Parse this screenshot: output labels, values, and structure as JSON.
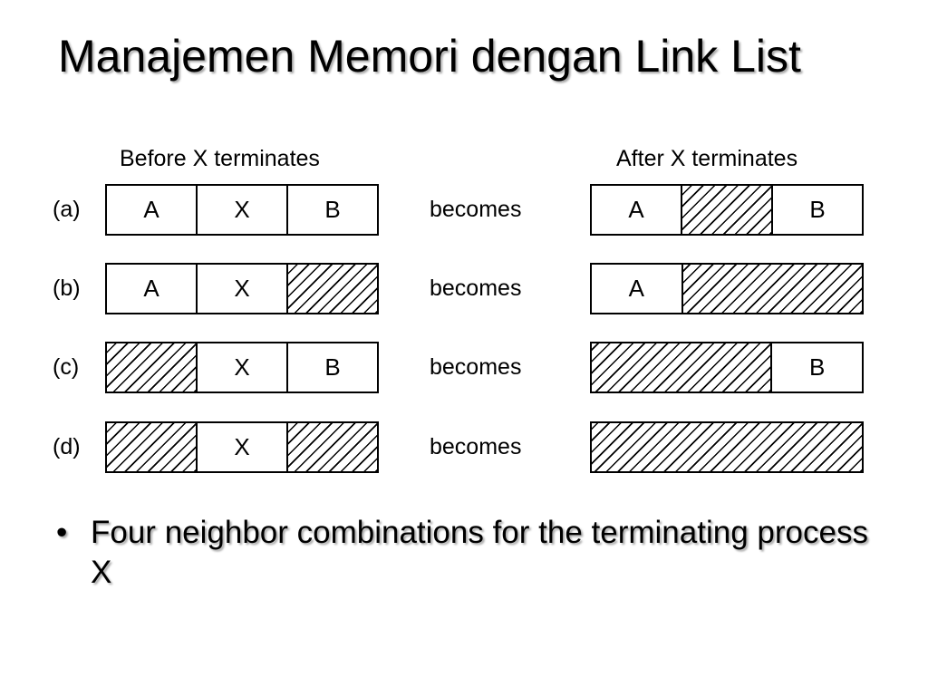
{
  "slide": {
    "title": "Manajemen Memori dengan Link List"
  },
  "diagram": {
    "before_header": "Before X terminates",
    "after_header": "After X terminates",
    "rows": [
      {
        "label": "(a)",
        "connector": "becomes",
        "before": [
          {
            "text": "A",
            "free": false
          },
          {
            "text": "X",
            "free": false
          },
          {
            "text": "B",
            "free": false
          }
        ],
        "after": [
          {
            "text": "A",
            "free": false
          },
          {
            "text": "",
            "free": true
          },
          {
            "text": "B",
            "free": false
          }
        ]
      },
      {
        "label": "(b)",
        "connector": "becomes",
        "before": [
          {
            "text": "A",
            "free": false
          },
          {
            "text": "X",
            "free": false
          },
          {
            "text": "",
            "free": true
          }
        ],
        "after": [
          {
            "text": "A",
            "free": false
          },
          {
            "text": "",
            "free": true
          }
        ]
      },
      {
        "label": "(c)",
        "connector": "becomes",
        "before": [
          {
            "text": "",
            "free": true
          },
          {
            "text": "X",
            "free": false
          },
          {
            "text": "B",
            "free": false
          }
        ],
        "after": [
          {
            "text": "",
            "free": true
          },
          {
            "text": "B",
            "free": false
          }
        ]
      },
      {
        "label": "(d)",
        "connector": "becomes",
        "before": [
          {
            "text": "",
            "free": true
          },
          {
            "text": "X",
            "free": false
          },
          {
            "text": "",
            "free": true
          }
        ],
        "after": [
          {
            "text": "",
            "free": true
          }
        ]
      }
    ]
  },
  "bullets": [
    {
      "symbol": "•",
      "text": "Four neighbor combinations for the terminating process X"
    }
  ]
}
